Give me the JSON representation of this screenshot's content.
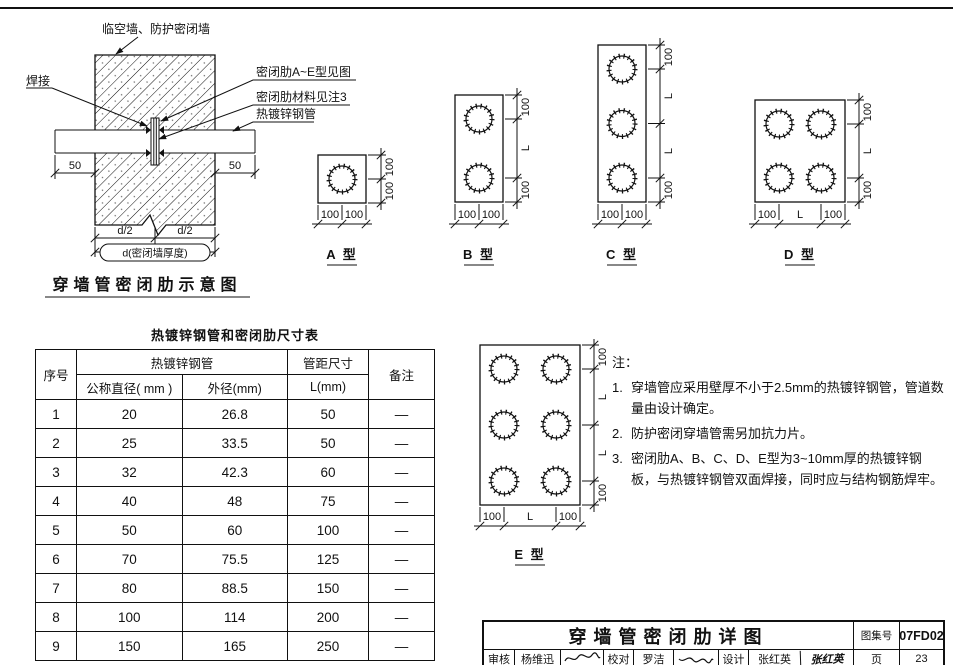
{
  "sheet": {
    "bg": "#ffffff",
    "ink": "#111111"
  },
  "wall_diagram": {
    "title": "穿墙管密闭肋示意图",
    "label_wall": "临空墙、防护密闭墙",
    "label_weld": "焊接",
    "label_rib_type": "密闭肋A~E型见图",
    "label_rib_material": "密闭肋材料见注3",
    "label_pipe": "热镀锌钢管",
    "dim_50_left": "50",
    "dim_50_right": "50",
    "dim_d_half_left": "d/2",
    "dim_d_half_right": "d/2",
    "dim_d_total": "d(密闭墙厚度)"
  },
  "plate_types": {
    "a": "A 型",
    "b": "B 型",
    "c": "C 型",
    "d": "D 型",
    "e": "E 型"
  },
  "dims": {
    "v100": "100",
    "vL": "L"
  },
  "size_table": {
    "title": "热镀锌钢管和密闭肋尺寸表",
    "col_seq": "序号",
    "col_pipe_group": "热镀锌钢管",
    "col_dn": "公称直径( mm )",
    "col_od": "外径(mm)",
    "col_spacing_group": "管距尺寸",
    "col_l": "L(mm)",
    "col_remark": "备注",
    "rows": [
      {
        "no": "1",
        "dn": "20",
        "od": "26.8",
        "l": "50",
        "remark": "—"
      },
      {
        "no": "2",
        "dn": "25",
        "od": "33.5",
        "l": "50",
        "remark": "—"
      },
      {
        "no": "3",
        "dn": "32",
        "od": "42.3",
        "l": "60",
        "remark": "—"
      },
      {
        "no": "4",
        "dn": "40",
        "od": "48",
        "l": "75",
        "remark": "—"
      },
      {
        "no": "5",
        "dn": "50",
        "od": "60",
        "l": "100",
        "remark": "—"
      },
      {
        "no": "6",
        "dn": "70",
        "od": "75.5",
        "l": "125",
        "remark": "—"
      },
      {
        "no": "7",
        "dn": "80",
        "od": "88.5",
        "l": "150",
        "remark": "—"
      },
      {
        "no": "8",
        "dn": "100",
        "od": "114",
        "l": "200",
        "remark": "—"
      },
      {
        "no": "9",
        "dn": "150",
        "od": "165",
        "l": "250",
        "remark": "—"
      }
    ]
  },
  "notes": {
    "title": "注：",
    "items": [
      {
        "num": "1.",
        "text": "穿墙管应采用壁厚不小于2.5mm的热镀锌钢管，管道数量由设计确定。"
      },
      {
        "num": "2.",
        "text": "防护密闭穿墙管需另加抗力片。"
      },
      {
        "num": "3.",
        "text": "密闭肋A、B、C、D、E型为3~10mm厚的热镀锌钢板，与热镀锌钢管双面焊接，同时应与结构钢筋焊牢。"
      }
    ]
  },
  "title_block": {
    "title": "穿墙管密闭肋详图",
    "atlas_label": "图集号",
    "atlas_no": "07FD02",
    "page_label": "页",
    "page_no": "23",
    "review_label": "审核",
    "reviewer": "杨维迅",
    "proof_label": "校对",
    "proofreader": "罗洁",
    "design_label": "设计",
    "designer": "张红英",
    "designer_signature": "张红英"
  }
}
